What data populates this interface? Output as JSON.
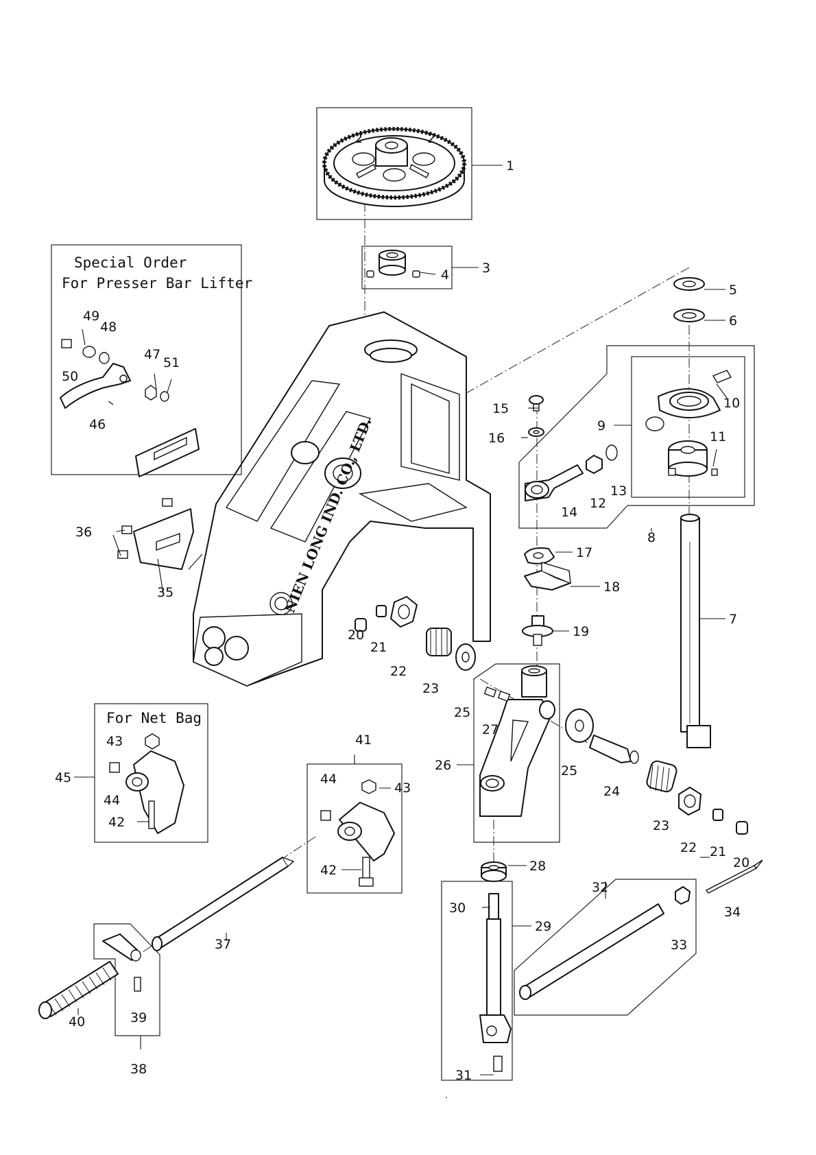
{
  "notes": {
    "special_order_line1": "Special Order",
    "special_order_line2": "For Presser Bar Lifter",
    "net_bag": "For Net Bag"
  },
  "casting_text": "NIEN LONG IND. CO., LTD.",
  "labels": [
    "1",
    "2",
    "2",
    "3",
    "4",
    "5",
    "6",
    "7",
    "8",
    "9",
    "10",
    "11",
    "12",
    "13",
    "14",
    "15",
    "16",
    "17",
    "18",
    "19",
    "20",
    "21",
    "22",
    "23",
    "24",
    "25",
    "25",
    "26",
    "27",
    "28",
    "29",
    "30",
    "31",
    "32",
    "33",
    "34",
    "35",
    "36",
    "37",
    "38",
    "39",
    "40",
    "41",
    "42",
    "42",
    "43",
    "43",
    "44",
    "44",
    "45",
    "46",
    "47",
    "48",
    "49",
    "50",
    "51",
    "20",
    "21",
    "22",
    "23"
  ]
}
